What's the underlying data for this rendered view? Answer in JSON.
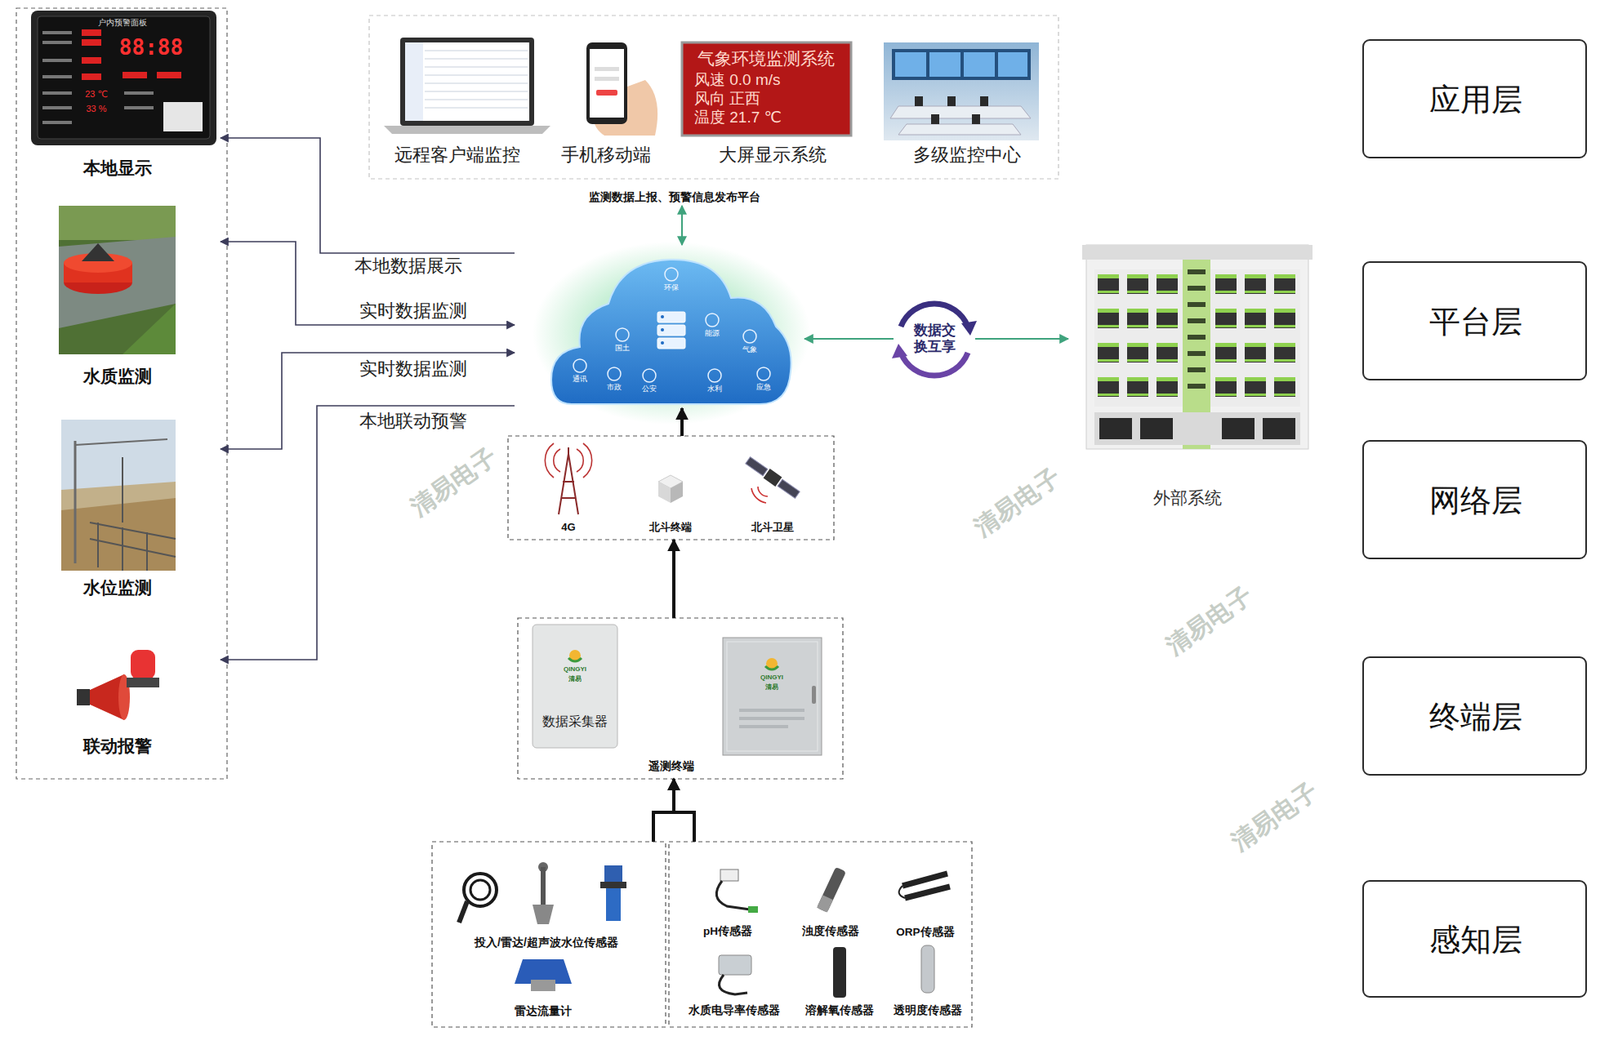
{
  "diagram": {
    "nodes": [
      {
        "text": [
          "本地显示"
        ]
      },
      {
        "text": [
          "水质监测"
        ]
      },
      {
        "text": [
          "水位监测"
        ]
      },
      {
        "text": [
          "联动报警"
        ]
      },
      {
        "text": [
          "远程客户端监控",
          "手机移动端",
          "大屏显示系统",
          "多级监控中心",
          "监测数据上报、预警信息发布平台"
        ]
      },
      {
        "text": [
          "应用层"
        ]
      },
      {
        "text": [
          "环保",
          "能源",
          "气象",
          "应急",
          "水利",
          "公安",
          "市政",
          "通讯",
          "国土"
        ]
      },
      {
        "text": [
          "数据交换互享"
        ]
      },
      {
        "text": [
          "外部系统"
        ]
      },
      {
        "text": [
          "平台层"
        ]
      },
      {
        "text": [
          "4G",
          "北斗终端",
          "北斗卫星"
        ]
      },
      {
        "text": [
          "网络层"
        ]
      },
      {
        "text": [
          "数据采集器",
          "遥测终端"
        ]
      },
      {
        "text": [
          "终端层"
        ]
      },
      {
        "text": [
          "投入/雷达/超声波水位传感器",
          "雷达流量计"
        ]
      },
      {
        "text": [
          "pH传感器",
          "浊度传感器",
          "ORP传感器",
          "水质电导率传感器",
          "溶解氧传感器",
          "透明度传感器"
        ]
      },
      {
        "text": [
          "感知层"
        ]
      }
    ],
    "edges": [
      {
        "from": 6,
        "to": 0,
        "arrow": "to",
        "label": "本地数据展示"
      },
      {
        "from": 1,
        "to": 6,
        "arrow": "both",
        "label": "实时数据监测"
      },
      {
        "from": 2,
        "to": 6,
        "arrow": "both",
        "label": "实时数据监测"
      },
      {
        "from": 6,
        "to": 3,
        "arrow": "to",
        "label": "本地联动预警"
      },
      {
        "from": 4,
        "to": 6,
        "arrow": "both"
      },
      {
        "from": 7,
        "to": 6,
        "arrow": "to"
      },
      {
        "from": 7,
        "to": 8,
        "arrow": "to"
      },
      {
        "from": 10,
        "to": 6,
        "arrow": "to"
      },
      {
        "from": 12,
        "to": 10,
        "arrow": "to"
      },
      {
        "from": 14,
        "to": 12,
        "arrow": "to"
      },
      {
        "from": 15,
        "to": 12,
        "arrow": "to"
      }
    ],
    "labels": [
      "户内预警面板",
      "88:88",
      "23 ℃",
      "33 %",
      "气象环境监测系统",
      "风速 0.0 m/s",
      "风向 正西",
      "温度 21.7 ℃",
      "QINGYI",
      "清易",
      "QINGYI",
      "清易",
      "清易电子",
      "清易电子",
      "清易电子",
      "清易电子"
    ]
  }
}
